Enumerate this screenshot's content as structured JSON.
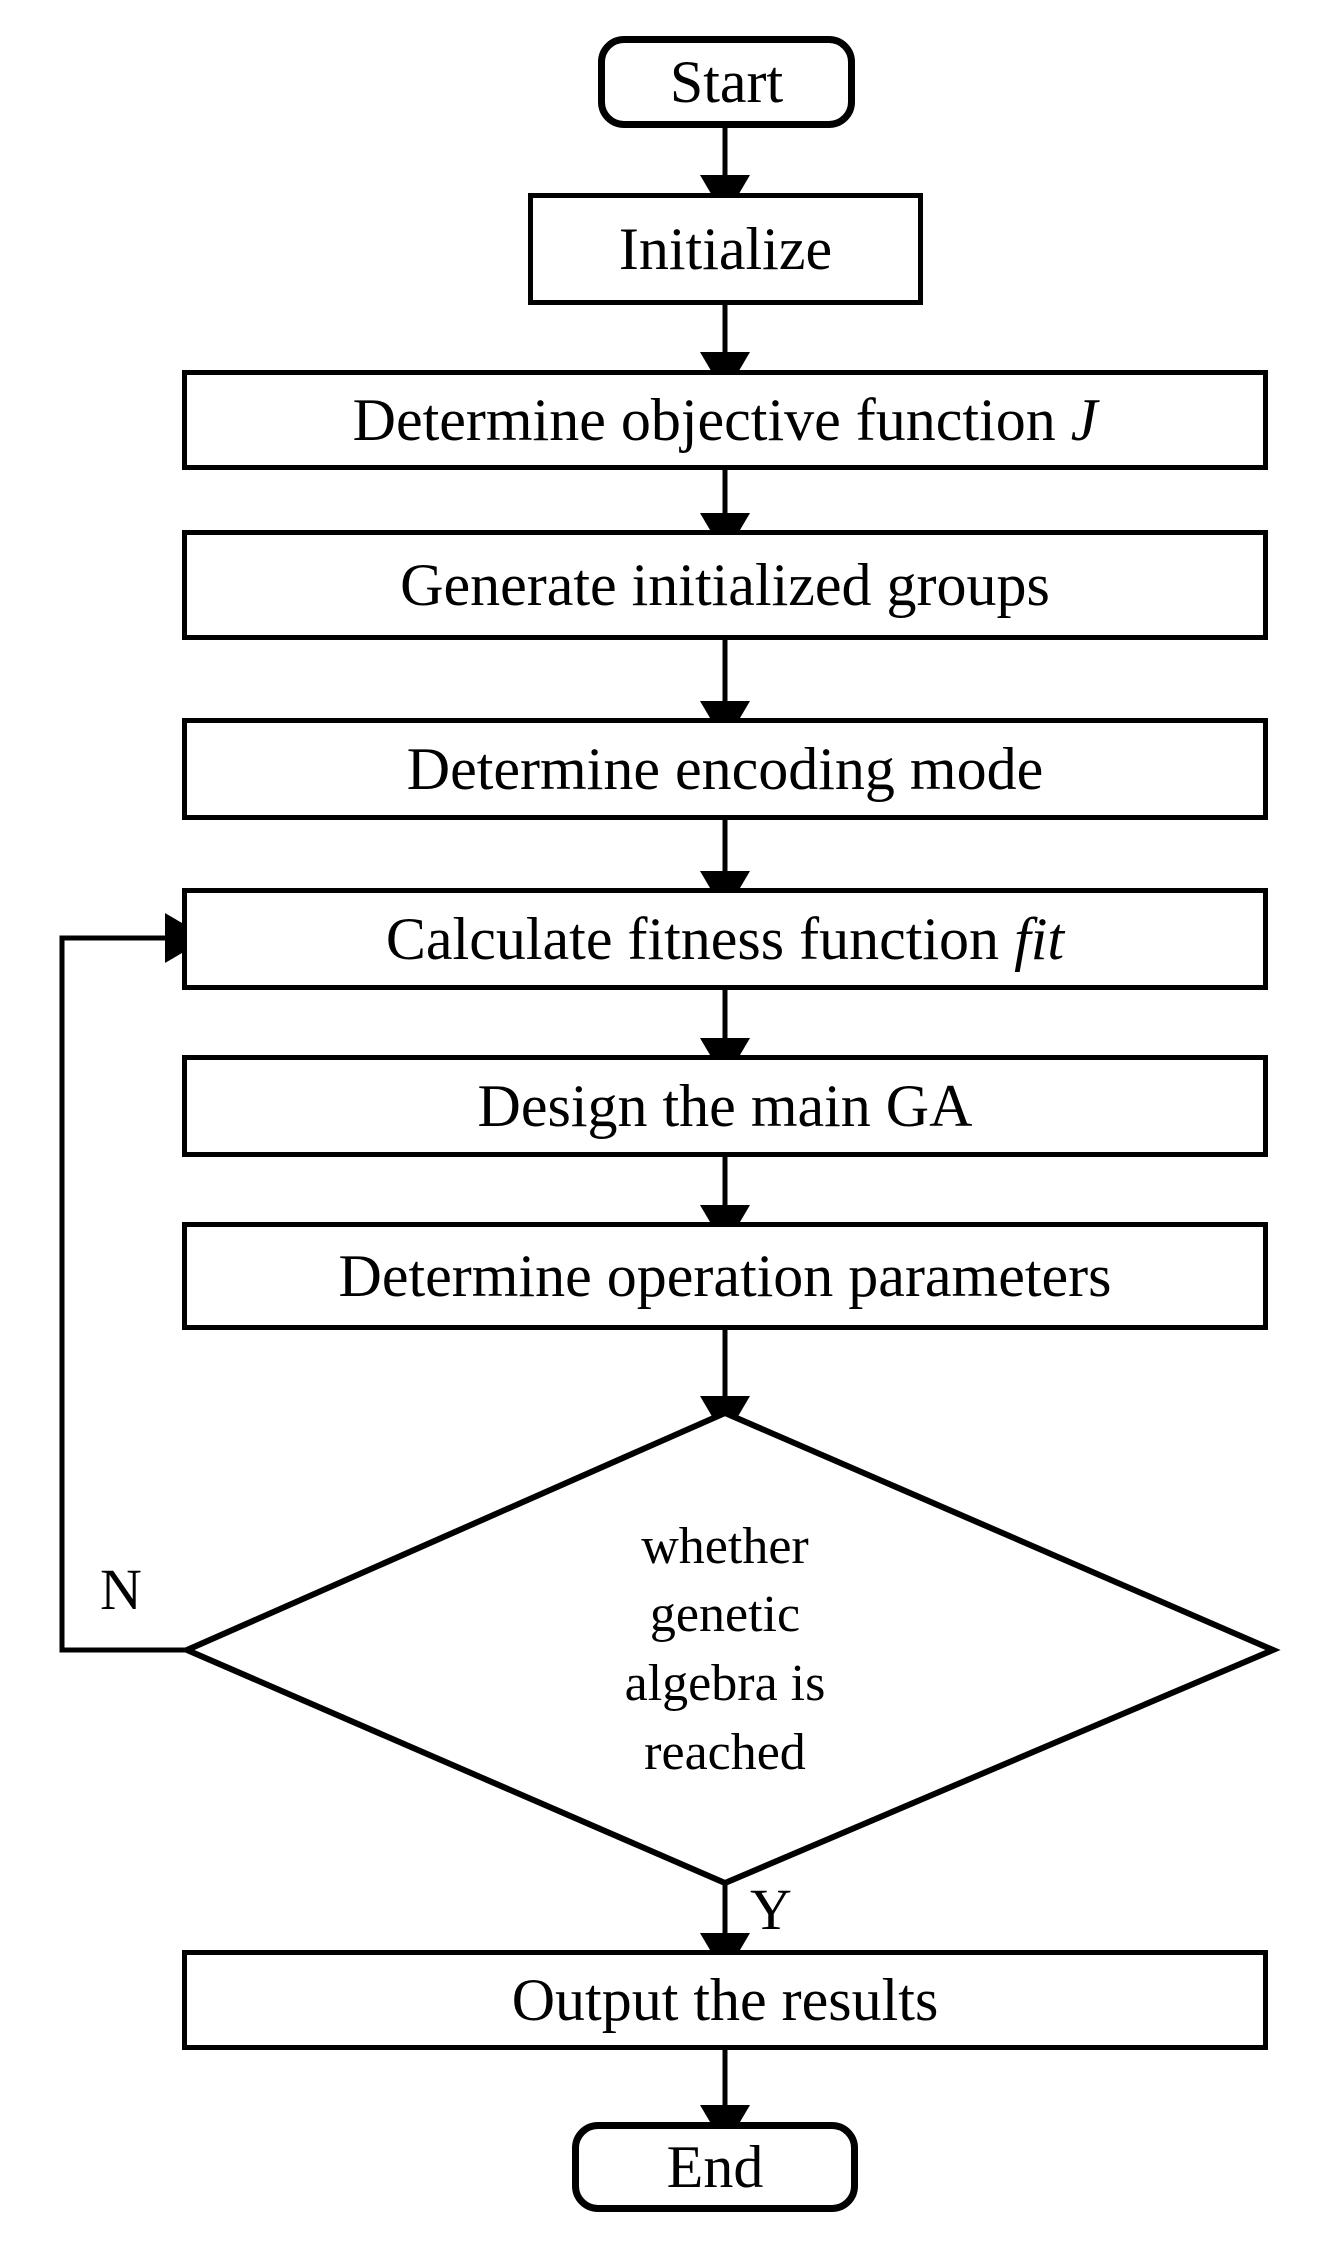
{
  "diagram": {
    "type": "flowchart",
    "title": "Genetic Algorithm Flowchart",
    "orientation": "top-to-bottom",
    "background_color": "#ffffff",
    "stroke_color": "#000000",
    "text_color": "#000000"
  },
  "nodes": {
    "start": {
      "label": "Start",
      "shape": "rounded-terminal"
    },
    "initialize": {
      "label": "Initialize",
      "shape": "process"
    },
    "objective": {
      "label": "Determine objective function ",
      "emphasis": "J",
      "shape": "process"
    },
    "groups": {
      "label": "Generate initialized groups",
      "shape": "process"
    },
    "encoding": {
      "label": "Determine encoding mode",
      "shape": "process"
    },
    "fitness": {
      "label": "Calculate fitness function ",
      "emphasis": "fit",
      "shape": "process"
    },
    "main_ga": {
      "label": "Design the main GA",
      "shape": "process"
    },
    "operation": {
      "label": "Determine operation parameters",
      "shape": "process"
    },
    "decision": {
      "shape": "diamond",
      "lines": [
        "whether",
        "genetic",
        "algebra is",
        "reached"
      ],
      "full_text": "whether genetic algebra is reached"
    },
    "output": {
      "label": "Output the results",
      "shape": "process"
    },
    "end": {
      "label": "End",
      "shape": "rounded-terminal"
    }
  },
  "edge_labels": {
    "no": "N",
    "yes": "Y"
  },
  "edges": [
    {
      "from": "start",
      "to": "initialize",
      "label": ""
    },
    {
      "from": "initialize",
      "to": "objective",
      "label": ""
    },
    {
      "from": "objective",
      "to": "groups",
      "label": ""
    },
    {
      "from": "groups",
      "to": "encoding",
      "label": ""
    },
    {
      "from": "encoding",
      "to": "fitness",
      "label": ""
    },
    {
      "from": "fitness",
      "to": "main_ga",
      "label": ""
    },
    {
      "from": "main_ga",
      "to": "operation",
      "label": ""
    },
    {
      "from": "operation",
      "to": "decision",
      "label": ""
    },
    {
      "from": "decision",
      "to": "fitness",
      "label": "N"
    },
    {
      "from": "decision",
      "to": "output",
      "label": "Y"
    },
    {
      "from": "output",
      "to": "end",
      "label": ""
    }
  ]
}
